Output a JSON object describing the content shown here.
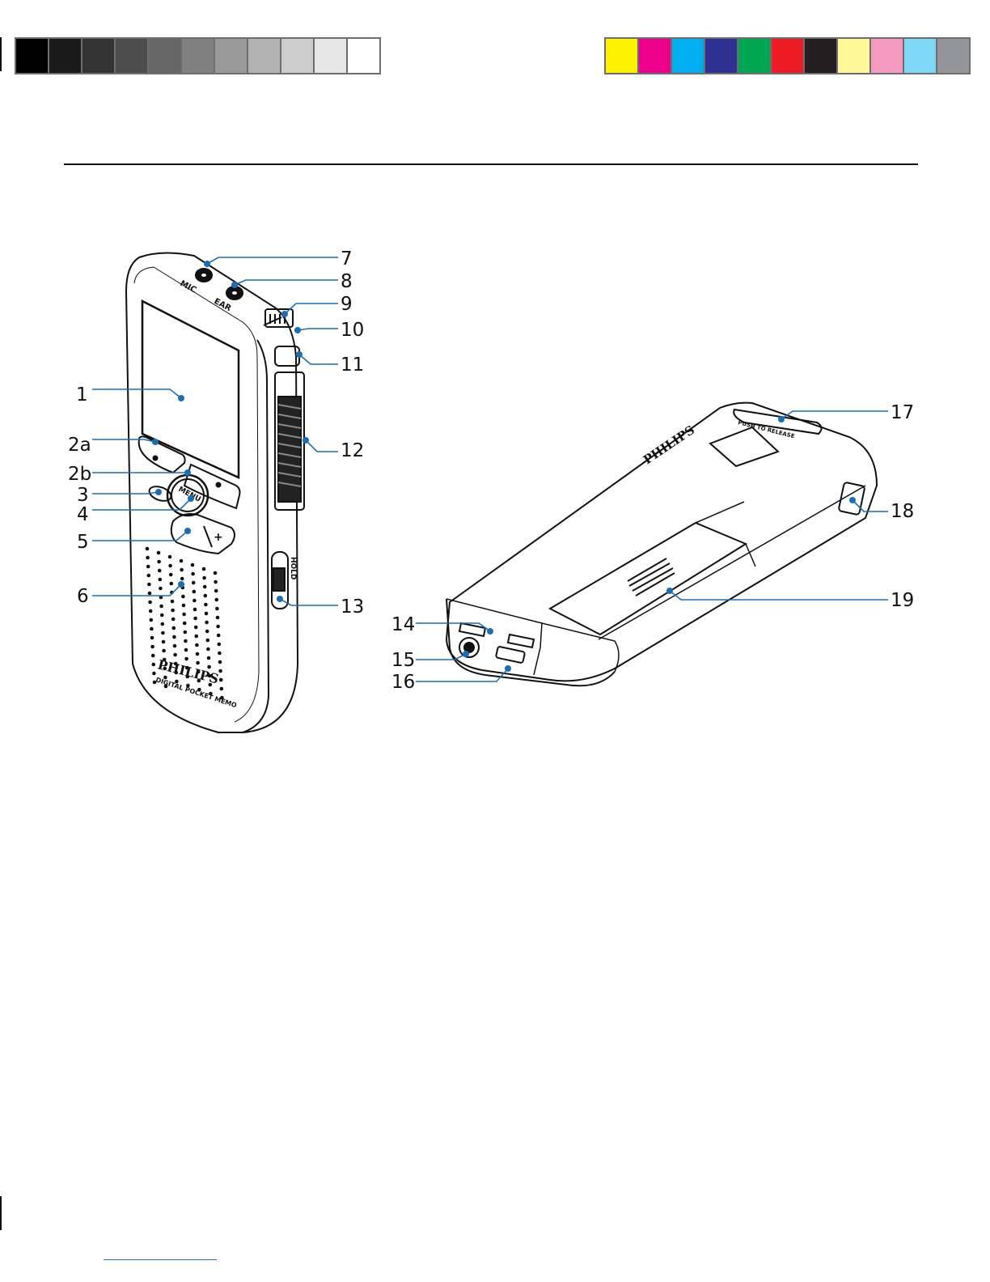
{
  "swatches": {
    "grays": [
      "#000000",
      "#1a1a1a",
      "#333333",
      "#4d4d4d",
      "#666666",
      "#808080",
      "#999999",
      "#b3b3b3",
      "#cccccc",
      "#e6e6e6",
      "#ffffff"
    ],
    "colors": [
      "#fff200",
      "#ec008c",
      "#00aeef",
      "#2e3192",
      "#00a651",
      "#ed1c24",
      "#231f20",
      "#fff799",
      "#f49ac1",
      "#7fd7f7",
      "#939598"
    ]
  },
  "device_front": {
    "brand": "PHILIPS",
    "model": "DIGITAL POCKET MEMO",
    "mic_label": "MIC",
    "ear_label": "EAR",
    "menu_label": "MENU",
    "minus_label": "–",
    "plus_label": "+",
    "hold_label": "HOLD"
  },
  "device_back": {
    "brand": "PHILIPS",
    "release_label": "PUSH TO RELEASE"
  },
  "callouts": [
    "1",
    "2a",
    "2b",
    "3",
    "4",
    "5",
    "6",
    "7",
    "8",
    "9",
    "10",
    "11",
    "12",
    "13",
    "14",
    "15",
    "16",
    "17",
    "18",
    "19"
  ],
  "colors": {
    "leader": "#1a6fb3",
    "ink": "#111111"
  }
}
